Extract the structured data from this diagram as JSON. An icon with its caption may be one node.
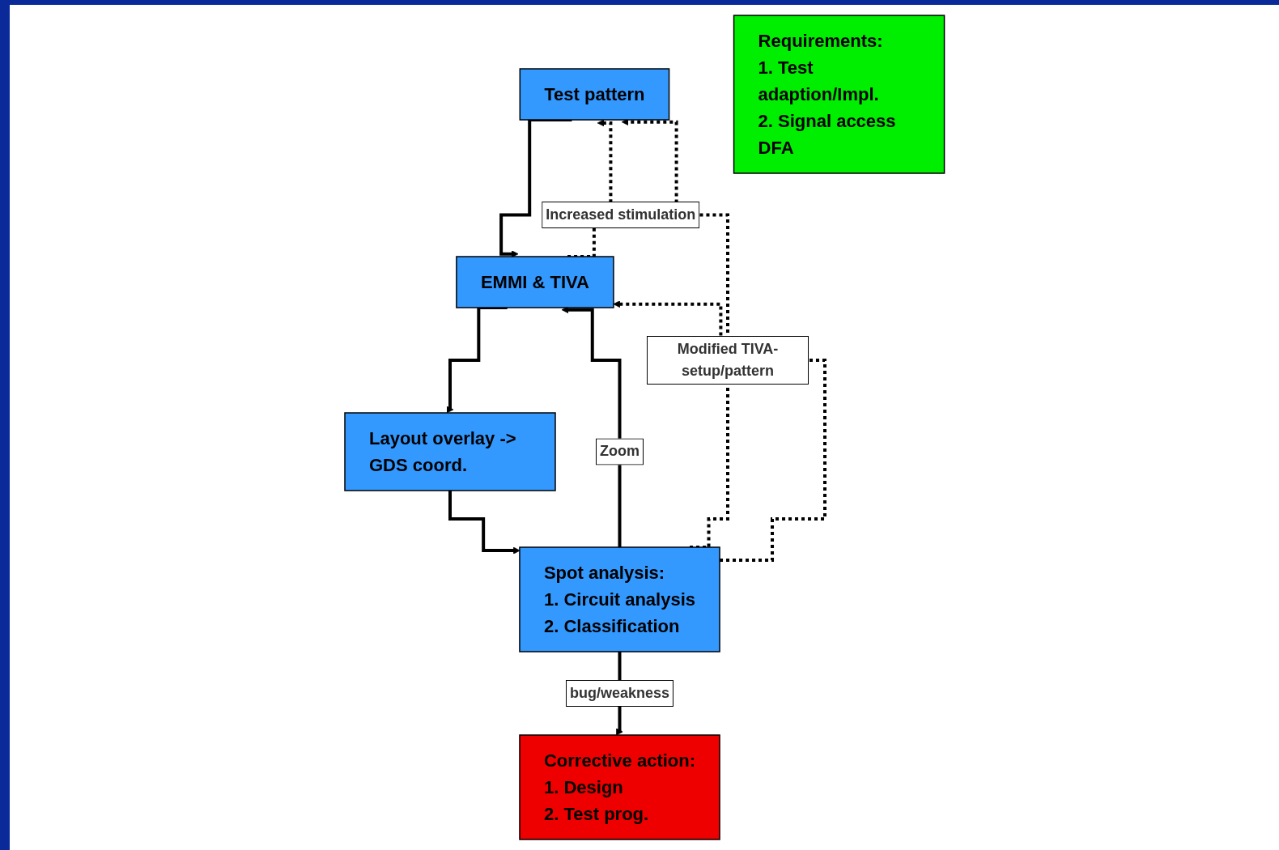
{
  "diagram": {
    "nodes": [
      {
        "text": [
          "Test pattern"
        ]
      },
      {
        "text": [
          "EMMI & TIVA"
        ]
      },
      {
        "text": [
          "Layout overlay -> GDS coord."
        ]
      },
      {
        "text": [
          "Spot analysis:",
          "1. Circuit analysis",
          "2. Classification"
        ]
      },
      {
        "text": [
          "Requirements:",
          "1. Test adaption/Impl.",
          "2. Signal access",
          "DFA"
        ]
      },
      {
        "text": [
          "Corrective action:",
          "1. Design",
          "2. Test prog."
        ]
      }
    ],
    "edges": [
      {
        "from": 0,
        "to": 1,
        "arrow": "to"
      },
      {
        "from": 1,
        "to": 2,
        "arrow": "to"
      },
      {
        "from": 2,
        "to": 3,
        "arrow": "to"
      },
      {
        "from": 1,
        "to": 0,
        "arrow": "to",
        "style": "dashed",
        "label": "Increased stimulation"
      },
      {
        "from": 3,
        "to": 1,
        "arrow": "to",
        "label": "Zoom"
      },
      {
        "from": 3,
        "to": 0,
        "arrow": "to",
        "style": "dashed",
        "label": "Modified TIVA-setup/pattern"
      },
      {
        "from": 3,
        "to": 1,
        "arrow": "to",
        "style": "dashed"
      },
      {
        "from": 3,
        "to": 5,
        "arrow": "to",
        "label": "bug/weakness"
      }
    ]
  }
}
